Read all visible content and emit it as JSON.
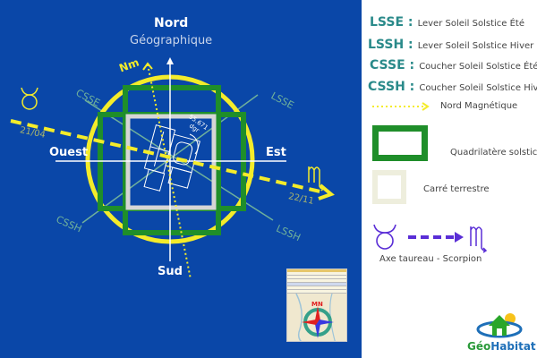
{
  "compass": {
    "north_label": "Nord",
    "north_sub": "Géographique",
    "west_label": "Ouest",
    "east_label": "Est",
    "south_label": "Sud",
    "magnetic_north_label": "Nm",
    "angle_label_line1": "55.671",
    "angle_label_line2": "dgr",
    "directions": {
      "csse": "CSSE",
      "lsse": "LSSE",
      "cssh": "CSSH",
      "lssh": "LSSH"
    },
    "taurus_date": "21/04",
    "scorpio_date": "22/11",
    "taurus_symbol": "♉",
    "scorpio_symbol": "♏"
  },
  "colors": {
    "background": "#0a47a8",
    "circle": "#f4ec2a",
    "quadrilateral": "#1f8e2a",
    "square": "#d6d6d6",
    "axis_line": "#ffffff",
    "solstice_line": "#6fb09b",
    "magnetic_north": "#f4ec2a",
    "taurus_scorpio_axis": "#f4ec2a",
    "legend_arrow": "#5a2ed6"
  },
  "legend": {
    "entries": [
      {
        "key": "LSSE :",
        "desc": "Lever Soleil Solstice Été"
      },
      {
        "key": "LSSH :",
        "desc": "Lever Soleil Solstice Hiver"
      },
      {
        "key": "CSSE :",
        "desc": "Coucher Soleil Solstice Été"
      },
      {
        "key": "CSSH :",
        "desc": "Coucher Soleil Solstice Hiver"
      }
    ],
    "magnetic_north": "Nord Magnétique",
    "quadrilateral": "Quadrilatère solsticial",
    "square": "Carré terrestre",
    "axis": "Axe taureau - Scorpion",
    "taurus_symbol": "♉",
    "scorpio_symbol": "♏"
  },
  "logo": {
    "part1": "Géo",
    "part2": "Habitat"
  }
}
